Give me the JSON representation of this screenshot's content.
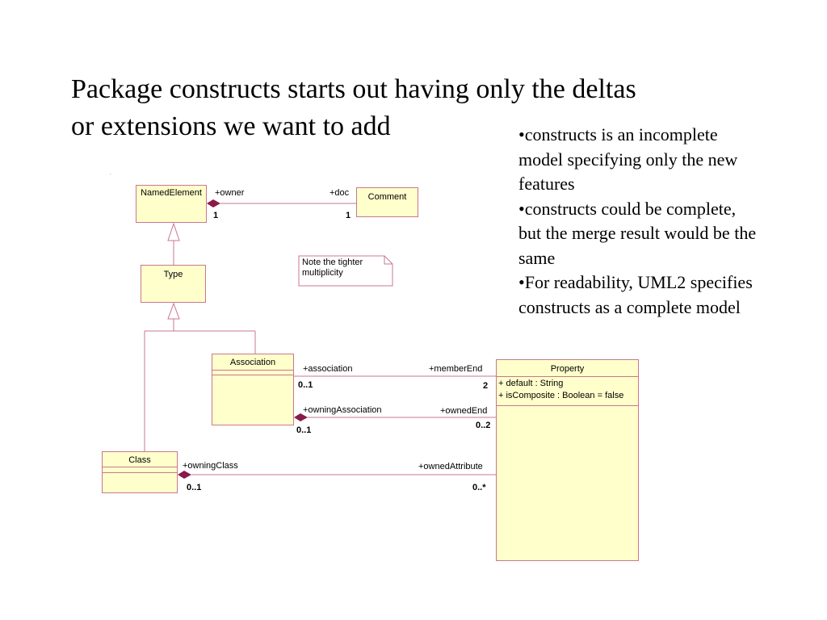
{
  "title": {
    "line1": "Package constructs starts out having only the deltas",
    "line2": "or extensions we want to add"
  },
  "bullets": [
    "•constructs is an incomplete model specifying only the new features",
    "•constructs could be complete, but the merge result would be the same",
    "•For readability, UML2 specifies constructs as a complete model"
  ],
  "diagram": {
    "classes": {
      "named_element": "NamedElement",
      "comment": "Comment",
      "type": "Type",
      "association": "Association",
      "class": "Class",
      "property": "Property"
    },
    "property_attributes": [
      "+ default : String",
      "+ isComposite : Boolean = false"
    ],
    "note": "Note the tighter multiplicity",
    "roles": {
      "owner": "+owner",
      "doc": "+doc",
      "association": "+association",
      "member_end": "+memberEnd",
      "owning_association": "+owningAssociation",
      "owned_end": "+ownedEnd",
      "owning_class": "+owningClass",
      "owned_attribute": "+ownedAttribute"
    },
    "multiplicities": {
      "owner": "1",
      "doc": "1",
      "association": "0..1",
      "member_end": "2",
      "owning_association": "0..1",
      "owned_end": "0..2",
      "owning_class": "0..1",
      "owned_attribute": "0..*"
    },
    "colors": {
      "box_fill": "#ffffcc",
      "line": "#c8788c",
      "diamond": "#8b1a4a"
    }
  }
}
